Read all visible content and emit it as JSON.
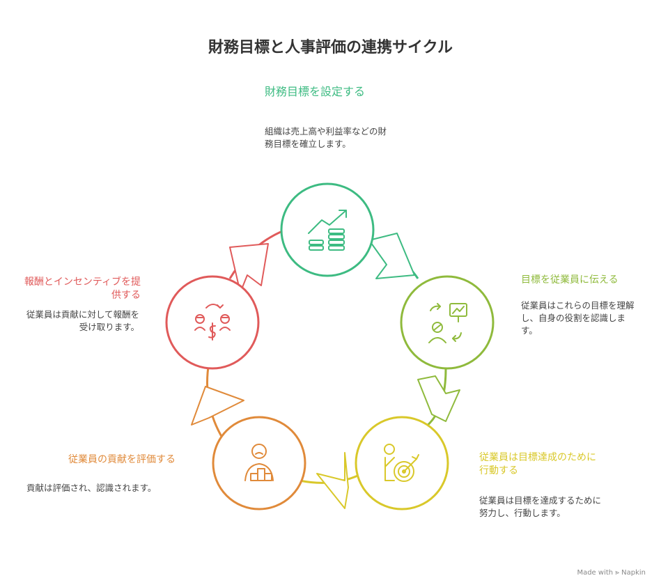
{
  "title": "財務目標と人事評価の連携サイクル",
  "steps": [
    {
      "title": "財務目標を設定する",
      "description": "組織は売上高や利益率などの財務目標を確立します。",
      "color": "#3dbb82"
    },
    {
      "title": "目標を従業員に伝える",
      "description": "従業員はこれらの目標を理解し、自身の役割を認識します。",
      "color": "#8fba3c"
    },
    {
      "title": "従業員は目標達成のために行動する",
      "description": "従業員は目標を達成するために努力し、行動します。",
      "color": "#d9c82a"
    },
    {
      "title": "従業員の貢献を評価する",
      "description": "貢献は評価され、認識されます。",
      "color": "#e08a3a"
    },
    {
      "title": "報酬とインセンティブを提供する",
      "description": "従業員は貢献に対して報酬を受け取ります。",
      "color": "#e05a5a"
    }
  ],
  "icons": [
    "finance-growth-icon",
    "presentation-icon",
    "target-achievement-icon",
    "evaluation-icon",
    "reward-exchange-icon"
  ],
  "footer": {
    "made_with": "Made with",
    "brand": "Napkin"
  }
}
